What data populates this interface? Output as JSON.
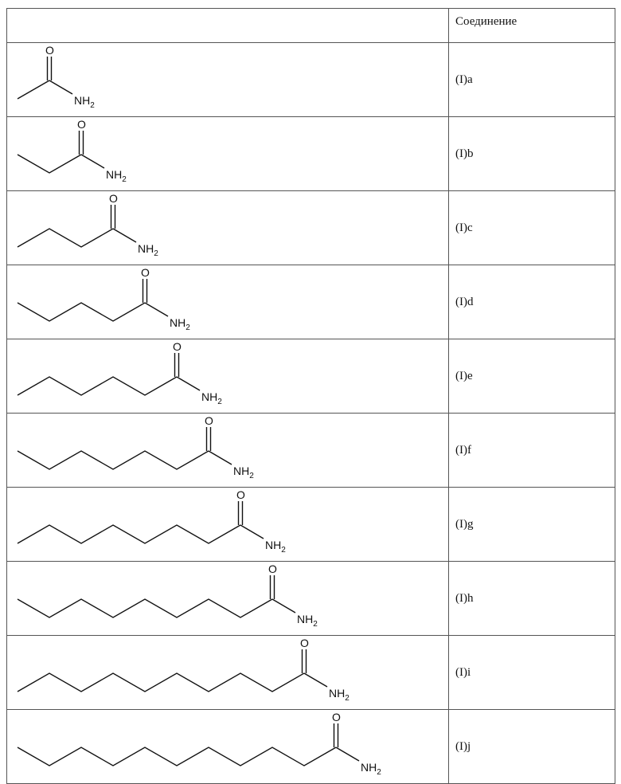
{
  "header": {
    "structure": "",
    "compound": "Соединение"
  },
  "atoms": {
    "oxygen": "O",
    "amine": "NH",
    "amine_subscript": "2"
  },
  "rows": [
    {
      "label": "(I)a",
      "carbons": 2
    },
    {
      "label": "(I)b",
      "carbons": 3
    },
    {
      "label": "(I)c",
      "carbons": 4
    },
    {
      "label": "(I)d",
      "carbons": 5
    },
    {
      "label": "(I)e",
      "carbons": 6
    },
    {
      "label": "(I)f",
      "carbons": 7
    },
    {
      "label": "(I)g",
      "carbons": 8
    },
    {
      "label": "(I)h",
      "carbons": 9
    },
    {
      "label": "(I)i",
      "carbons": 10
    },
    {
      "label": "(I)j",
      "carbons": 11
    }
  ]
}
